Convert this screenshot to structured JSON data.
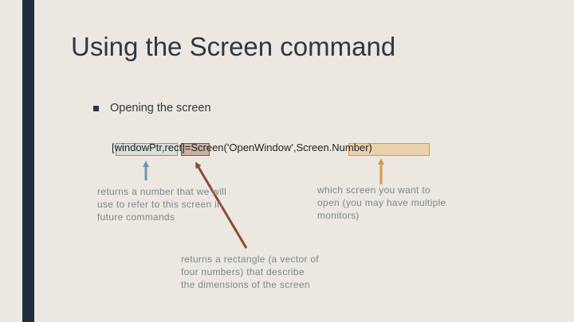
{
  "slide": {
    "title": "Using the Screen command",
    "bullet": "Opening the screen",
    "code": "[windowPtr,rect]=Screen('OpenWindow',Screen.Number)",
    "annotations": {
      "window_ptr": "returns a number that we will use to refer to this screen in future commands",
      "screen_number": "which screen you want to open (you may have multiple monitors)",
      "rect": "returns a rectangle (a vector of four numbers) that describe the dimensions of the screen"
    },
    "colors": {
      "sidebar": "#1c2f40",
      "background": "#ece8e1",
      "window_ptr_arrow": "#6a9bb0",
      "rect_arrow": "#8b4a35",
      "screen_number_arrow": "#d59a4a"
    }
  }
}
